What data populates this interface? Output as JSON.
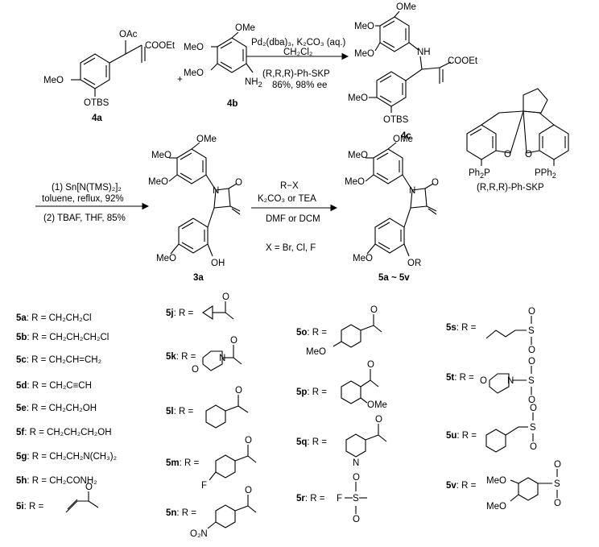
{
  "compounds": {
    "c4a": "4a",
    "c4b": "4b",
    "c4c": "4c",
    "c3a": "3a",
    "c5": "5a ~ 5v",
    "skp": "(R,R,R)-Ph-SKP"
  },
  "labels": {
    "OAc": "OAc",
    "COOEt": "COOEt",
    "MeO": "MeO",
    "OMe": "OMe",
    "OTBS": "OTBS",
    "NH2": "NH",
    "NH2sub": "2",
    "NH": "NH",
    "N": "N",
    "O": "O",
    "OH": "OH",
    "OR": "OR",
    "Ph2P": "Ph",
    "PPh2": "PPh",
    "plus": "+"
  },
  "reaction1": {
    "line1": "Pd₂(dba)₃, K₂CO₃ (aq.)",
    "line2": "CH₂Cl₂",
    "line3": "(R,R,R)-Ph-SKP",
    "line4": "86%, 98% ee"
  },
  "reaction2": {
    "line1": "(1) Sn[N(TMS)₂]₂",
    "line2": "toluene, reflux, 92%",
    "line3": "(2) TBAF, THF, 85%"
  },
  "reaction3": {
    "line1": "R−X",
    "line2": "K₂CO₃ or TEA",
    "line3": "DMF or DCM",
    "line4": "X = Br, Cl, F"
  },
  "substituents": [
    {
      "id": "5a",
      "text": ": R = CH₂CH₂Cl"
    },
    {
      "id": "5b",
      "text": ": R = CH₂CH₂CH₂Cl"
    },
    {
      "id": "5c",
      "text": ": R = CH₂CH=CH₂"
    },
    {
      "id": "5d",
      "text": ": R = CH₂C≡CH"
    },
    {
      "id": "5e",
      "text": ": R = CH₂CH₂OH"
    },
    {
      "id": "5f",
      "text": ": R = CH₂CH₂CH₂OH"
    },
    {
      "id": "5g",
      "text": ": R = CH₂CH₂N(CH₃)₂"
    },
    {
      "id": "5h",
      "text": ": R = CH₂CONH₂"
    },
    {
      "id": "5i",
      "text": ": R ="
    },
    {
      "id": "5j",
      "text": ": R ="
    },
    {
      "id": "5k",
      "text": ": R ="
    },
    {
      "id": "5l",
      "text": ": R ="
    },
    {
      "id": "5m",
      "text": ": R ="
    },
    {
      "id": "5n",
      "text": ": R ="
    },
    {
      "id": "5o",
      "text": ": R ="
    },
    {
      "id": "5p",
      "text": ": R ="
    },
    {
      "id": "5q",
      "text": ": R ="
    },
    {
      "id": "5r",
      "text": ": R ="
    },
    {
      "id": "5s",
      "text": ": R ="
    },
    {
      "id": "5t",
      "text": ": R ="
    },
    {
      "id": "5u",
      "text": ": R ="
    },
    {
      "id": "5v",
      "text": ": R ="
    }
  ],
  "groupLabels": {
    "F": "F",
    "N": "N",
    "O": "O",
    "S": "S",
    "MeO": "MeO",
    "OMe": "OMe",
    "O2N": "O₂N",
    "FS": "F"
  }
}
